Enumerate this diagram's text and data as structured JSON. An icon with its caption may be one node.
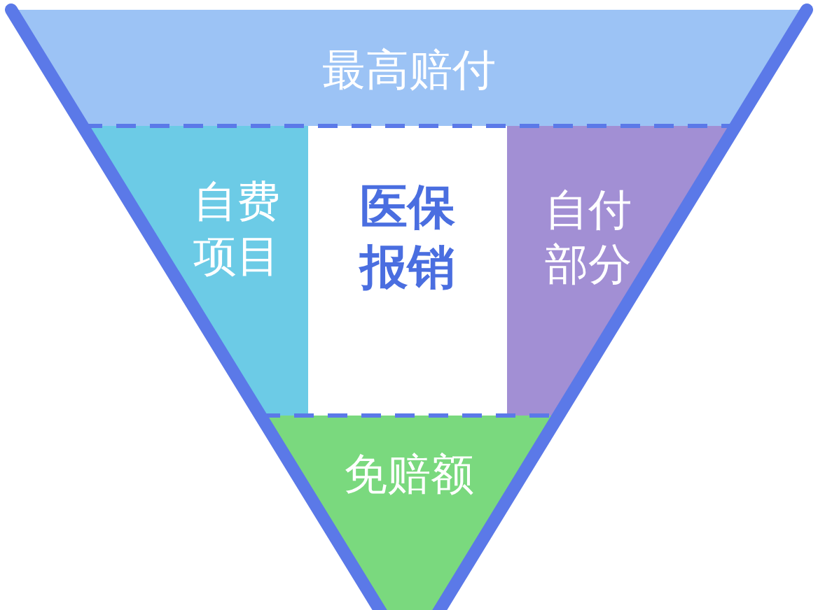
{
  "diagram": {
    "nodes": [
      {
        "text": [
          "最高赔付"
        ]
      },
      {
        "text": [
          "自费项目"
        ]
      },
      {
        "text": [
          "医保报销"
        ]
      },
      {
        "text": [
          "自付部分"
        ]
      },
      {
        "text": [
          "免赔额"
        ]
      }
    ]
  }
}
